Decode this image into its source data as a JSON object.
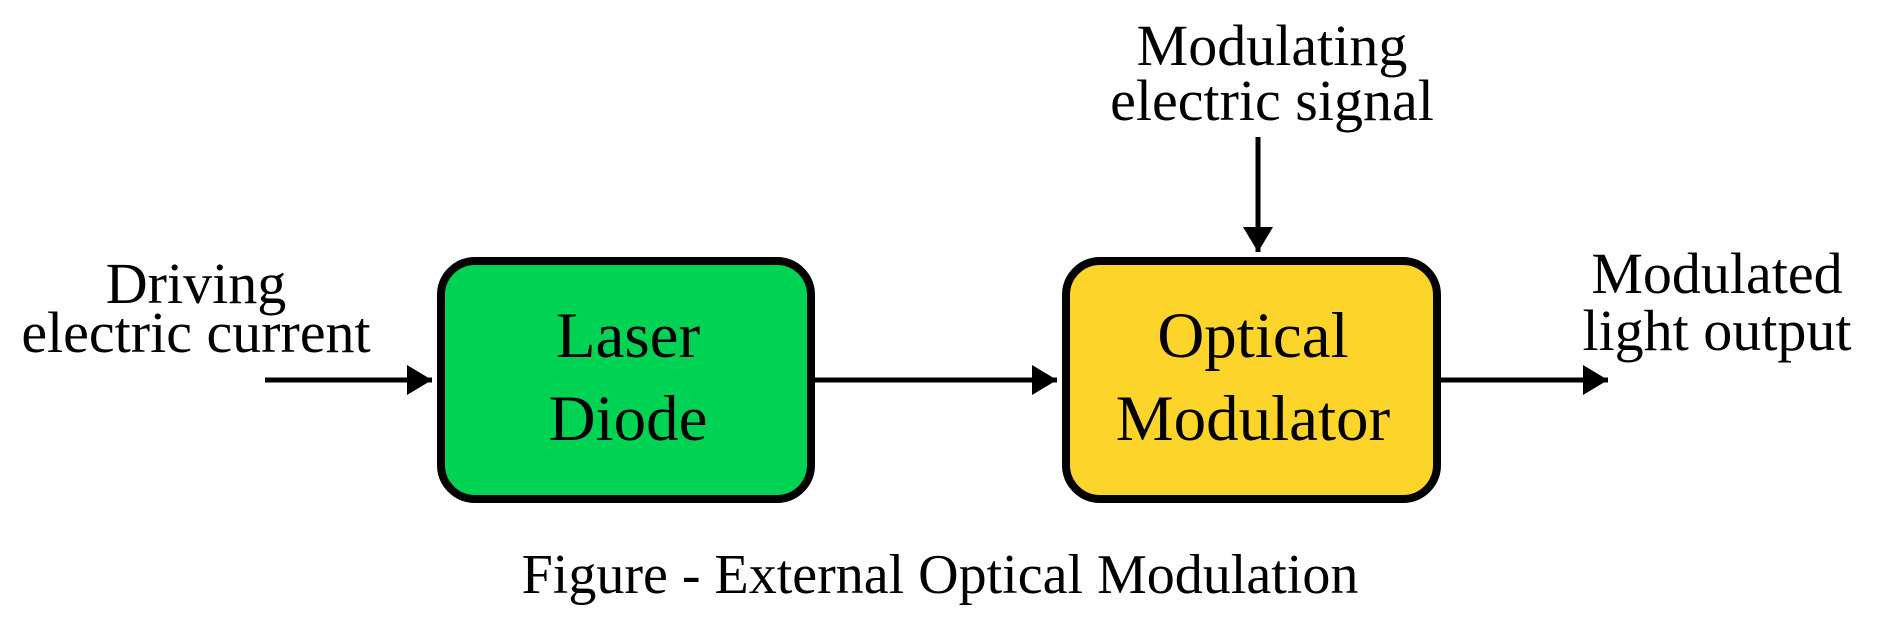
{
  "diagram": {
    "title": "External Optical Modulation",
    "caption": "Figure - External Optical Modulation",
    "nodes": [
      {
        "id": "laser",
        "lines": [
          "Laser",
          "Diode"
        ],
        "fill": "#00d354"
      },
      {
        "id": "modulator",
        "lines": [
          "Optical",
          "Modulator"
        ],
        "fill": "#fdd42a"
      }
    ],
    "inputs": {
      "driving": {
        "lines": [
          "Driving",
          "electric current"
        ]
      },
      "modulating": {
        "lines": [
          "Modulating",
          "electric signal"
        ]
      }
    },
    "outputs": {
      "modulated": {
        "lines": [
          "Modulated",
          "light output"
        ]
      }
    },
    "edges": [
      {
        "from": "driving",
        "to": "laser"
      },
      {
        "from": "laser",
        "to": "modulator"
      },
      {
        "from": "modulating",
        "to": "modulator"
      },
      {
        "from": "modulator",
        "to": "modulated"
      }
    ],
    "colors": {
      "stroke": "#000000",
      "background": "#ffffff"
    }
  }
}
